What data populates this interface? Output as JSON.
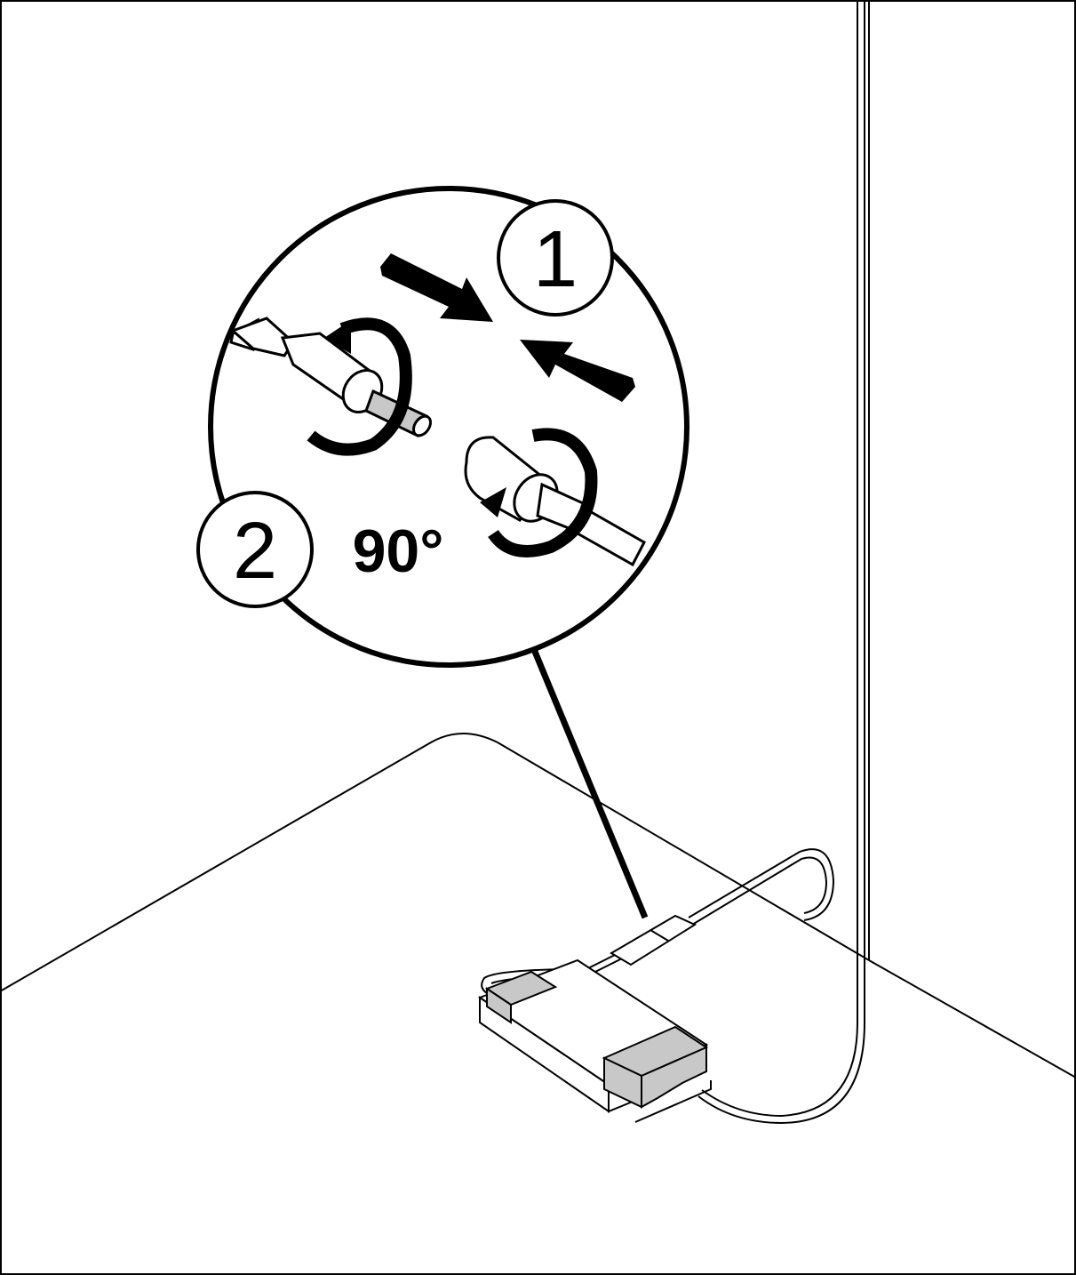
{
  "steps": {
    "step1": "1",
    "step2": "2",
    "angle": "90°"
  },
  "colors": {
    "line": "#000000",
    "connector_gray": "#c8c8c8",
    "background": "#ffffff"
  }
}
